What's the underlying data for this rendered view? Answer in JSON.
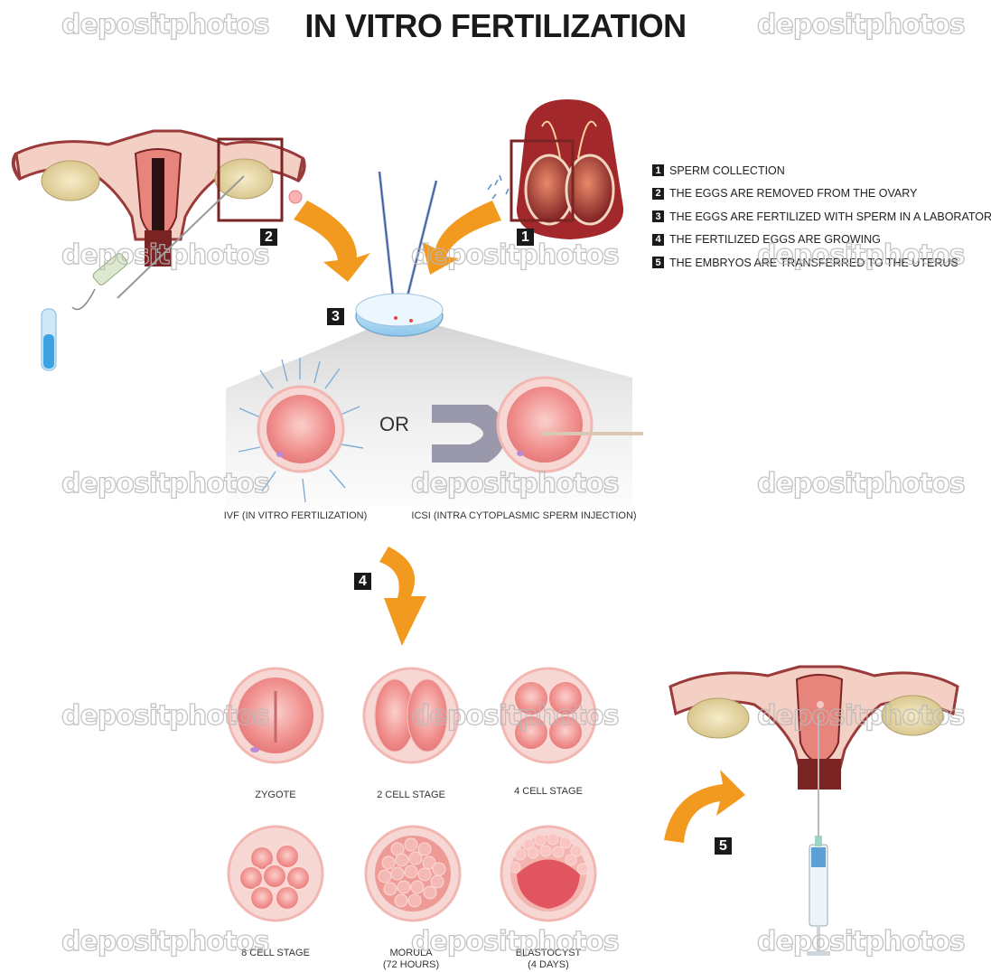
{
  "title": "IN VITRO FERTILIZATION",
  "legend": [
    {
      "num": "1",
      "text": "SPERM COLLECTION"
    },
    {
      "num": "2",
      "text": "THE EGGS ARE REMOVED FROM THE OVARY"
    },
    {
      "num": "3",
      "text": "THE EGGS ARE FERTILIZED WITH SPERM IN A LABORATORY"
    },
    {
      "num": "4",
      "text": "THE FERTILIZED EGGS ARE GROWING"
    },
    {
      "num": "5",
      "text": "THE EMBRYOS  ARE TRANSFERRED TO THE UTERUS"
    }
  ],
  "steps": {
    "s1": "1",
    "s2": "2",
    "s3": "3",
    "s4": "4",
    "s5": "5"
  },
  "or_text": "OR",
  "methods": {
    "ivf": "IVF (IN VITRO FERTILIZATION)",
    "icsi": "ICSI (INTRA CYTOPLASMIC SPERM INJECTION)"
  },
  "stages": {
    "zygote": "ZYGOTE",
    "two_cell": "2 CELL STAGE",
    "four_cell": "4 CELL STAGE",
    "eight_cell": "8 CELL STAGE",
    "morula": "MORULA",
    "morula_note": "(72 HOURS)",
    "blastocyst": "BLASTOCYST",
    "blastocyst_note": "(4 DAYS)"
  },
  "watermark": "depositphotos",
  "colors": {
    "arrow": "#f29a1f",
    "egg": "#f08f8f",
    "uterus": "#9b3a3a",
    "ovary": "#e8d9a6"
  }
}
